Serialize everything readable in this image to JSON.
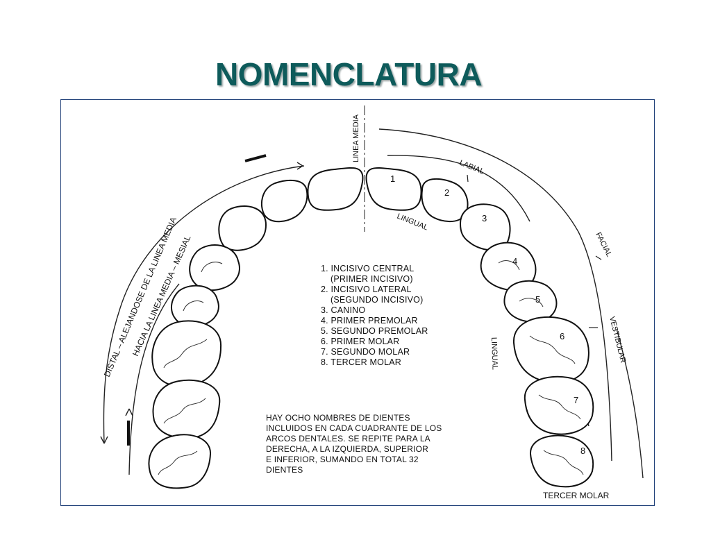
{
  "slide": {
    "title": "NOMENCLATURA"
  },
  "diagram": {
    "linea_media": "LINEA MEDIA",
    "labial": "LABIAL",
    "facial": "FACIAL",
    "vestibular": "VESTIBULAR",
    "lingual_upper": "LINGUAL",
    "lingual_side": "LINGUAL",
    "distal": "DISTAL – ALEJANDOSE DE LA LINEA MEDIA",
    "mesial": "HACIA LA LINEA MEDIA – MESIAL",
    "tercer_molar": "TERCER MOLAR",
    "tooth_numbers": [
      "1",
      "2",
      "3",
      "4",
      "5",
      "6",
      "7",
      "8"
    ],
    "tooth_list": [
      "1. INCISIVO CENTRAL",
      "(PRIMER INCISIVO)",
      "2. INCISIVO LATERAL",
      "(SEGUNDO INCISIVO)",
      "3. CANINO",
      "4. PRIMER PREMOLAR",
      "5. SEGUNDO PREMOLAR",
      "6. PRIMER MOLAR",
      "7. SEGUNDO MOLAR",
      "8. TERCER MOLAR"
    ],
    "note_lines": [
      "HAY OCHO NOMBRES DE DIENTES",
      "INCLUIDOS EN CADA CUADRANTE DE LOS",
      "ARCOS DENTALES. SE REPITE PARA LA",
      "DERECHA, A LA IZQUIERDA, SUPERIOR",
      "E INFERIOR, SUMANDO EN TOTAL 32",
      "DIENTES"
    ]
  },
  "colors": {
    "title": "#0e5b5b",
    "frame": "#1f3f78"
  }
}
